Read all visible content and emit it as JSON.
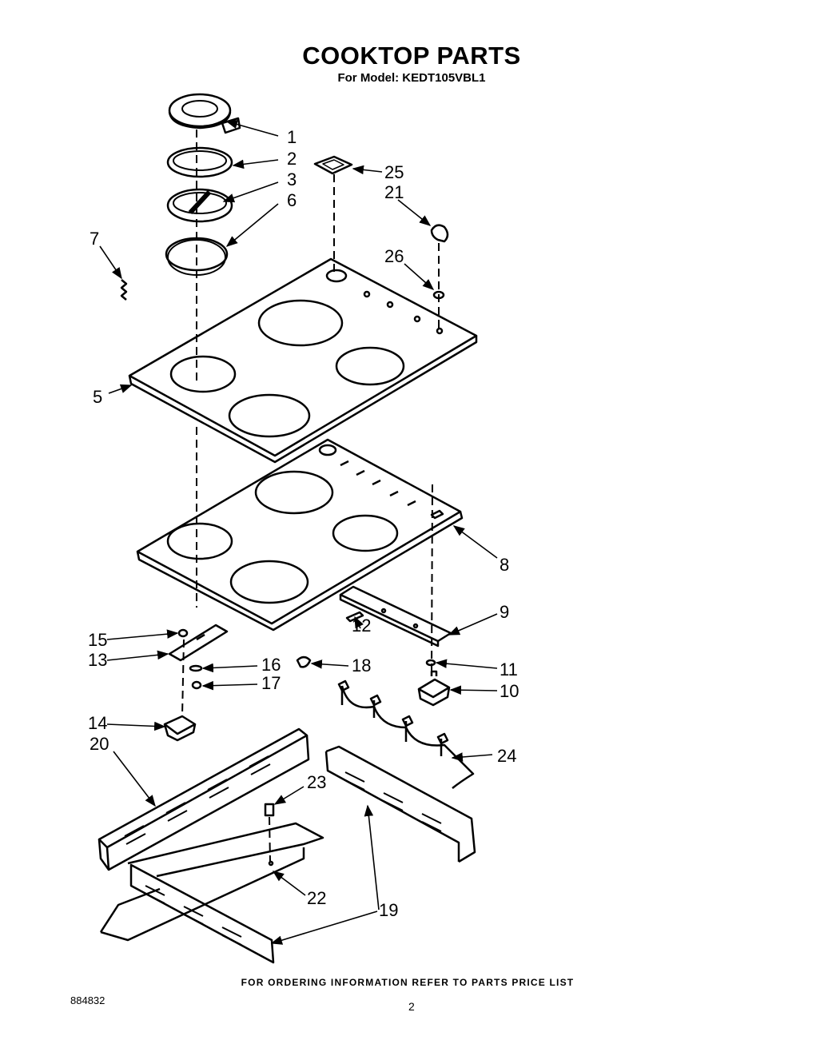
{
  "title": "COOKTOP PARTS",
  "subtitle": "For Model: KEDT105VBL1",
  "callouts": [
    "1",
    "2",
    "3",
    "6",
    "25",
    "21",
    "7",
    "26",
    "5",
    "8",
    "9",
    "12",
    "15",
    "13",
    "16",
    "18",
    "11",
    "17",
    "10",
    "14",
    "20",
    "23",
    "24",
    "22",
    "19"
  ],
  "footer": "FOR ORDERING INFORMATION REFER TO PARTS PRICE LIST",
  "doc_number": "884832",
  "page_number": "2"
}
